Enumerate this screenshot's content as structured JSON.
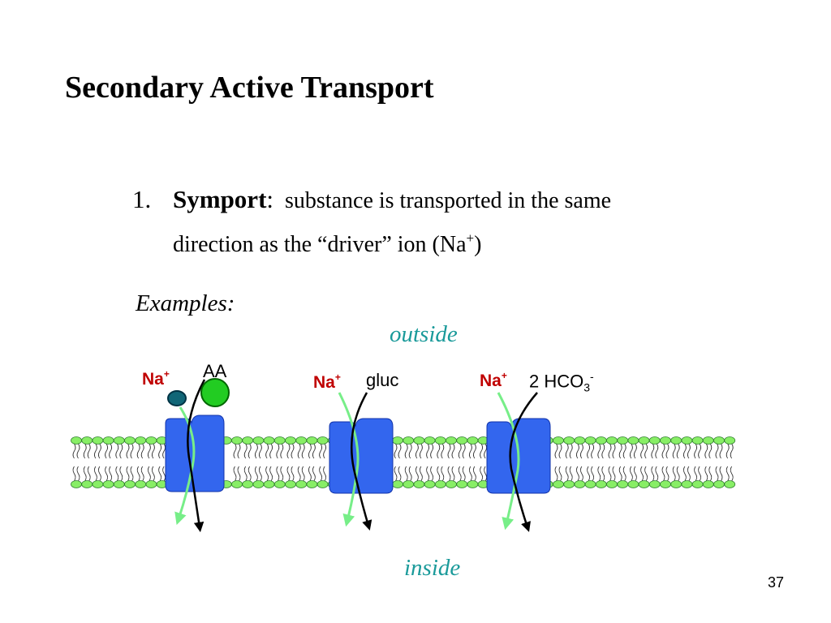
{
  "title": "Secondary Active Transport",
  "point": {
    "number": "1.",
    "term": "Symport",
    "colon": ":",
    "definition_line1": "substance is transported in the same",
    "definition_line2_pre": "direction as the “driver” ion (Na",
    "definition_line2_sup": "+",
    "definition_line2_post": ")"
  },
  "examples_label": "Examples:",
  "outside_label": "outside",
  "inside_label": "inside",
  "transporters": [
    {
      "ion": "Na",
      "ion_charge": "+",
      "substrate": "AA"
    },
    {
      "ion": "Na",
      "ion_charge": "+",
      "substrate": "gluc"
    },
    {
      "ion": "Na",
      "ion_charge": "+",
      "substrate_main": "2 HCO",
      "substrate_sub": "3",
      "substrate_sup": "-"
    }
  ],
  "page_number": "37",
  "colors": {
    "ion_label": "#c00000",
    "location_label": "#1a9a9a",
    "protein": "#3366ee",
    "lipid_head": "#88ee66",
    "na_arrow": "#77ee88",
    "na_ion": "#116677",
    "aa_molecule": "#22cc22"
  }
}
